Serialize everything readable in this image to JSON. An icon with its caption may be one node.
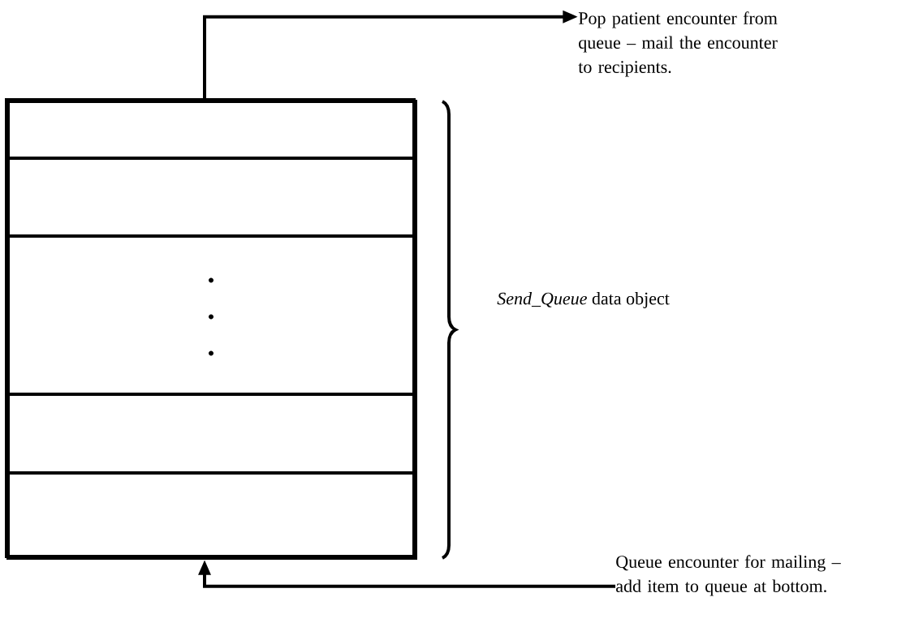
{
  "diagram": {
    "nodes": [
      {
        "text": [],
        "shape": "box"
      },
      {
        "text": [],
        "shape": "box",
        "in": 0
      },
      {
        "text": [],
        "shape": "box",
        "in": 0
      },
      {
        "text": [],
        "shape": "box",
        "in": 0
      },
      {
        "text": [],
        "shape": "box",
        "in": 0
      },
      {
        "text": [],
        "shape": "box",
        "in": 0
      },
      {
        "text": [
          "Pop patient encounter from queue – mail the encounter to recipients."
        ]
      },
      {
        "text": [
          "Queue encounter for mailing – add item to queue at bottom."
        ]
      }
    ],
    "edges": [
      {
        "from": 0,
        "to": 6,
        "arrow": "to"
      },
      {
        "from": 7,
        "to": 0,
        "arrow": "to"
      }
    ],
    "labels": [
      "*Send_Queue* data object"
    ]
  }
}
